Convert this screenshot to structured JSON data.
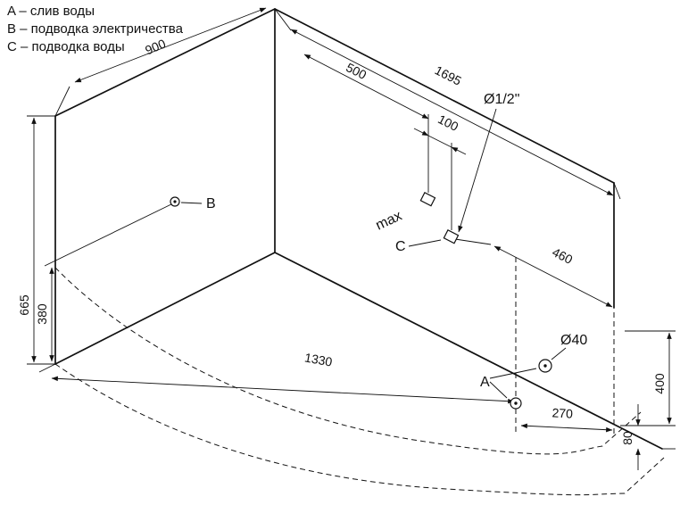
{
  "legend": {
    "line_a": "A – слив воды",
    "line_b": "B – подводка электричества",
    "line_c": "C – подводка воды"
  },
  "labels": {
    "point_a": "A",
    "point_b": "B",
    "point_c": "C",
    "max": "max"
  },
  "dims": {
    "wall_left_width": "900",
    "wall_left_height": "665",
    "b_height": "380",
    "wall_right_length": "1695",
    "c_offset": "500",
    "c_spacing": "100",
    "water_thread": "Ø1/2\"",
    "right_offset": "460",
    "drain_distance": "1330",
    "drain_offset": "270",
    "drain_diameter": "Ø40",
    "end_height": "400",
    "gap": "80"
  }
}
